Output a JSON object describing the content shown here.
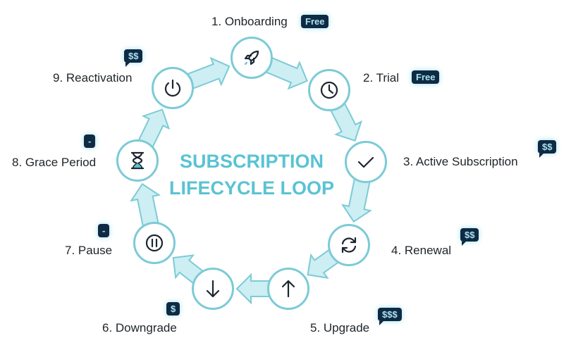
{
  "title": {
    "line1": "SUBSCRIPTION",
    "line2": "LIFECYCLE LOOP"
  },
  "stages": [
    {
      "label": "1. Onboarding",
      "badge": "Free",
      "icon": "rocket-icon"
    },
    {
      "label": "2. Trial",
      "badge": "Free",
      "icon": "clock-icon"
    },
    {
      "label": "3. Active Subscription",
      "badge": "$$",
      "icon": "check-icon"
    },
    {
      "label": "4. Renewal",
      "badge": "$$",
      "icon": "refresh-icon"
    },
    {
      "label": "5. Upgrade",
      "badge": "$$$",
      "icon": "arrow-up-icon"
    },
    {
      "label": "6. Downgrade",
      "badge": "$",
      "icon": "arrow-down-icon"
    },
    {
      "label": "7. Pause",
      "badge": "-",
      "icon": "pause-icon"
    },
    {
      "label": "8. Grace Period",
      "badge": "-",
      "icon": "hourglass-icon"
    },
    {
      "label": "9. Reactivation",
      "badge": "$$",
      "icon": "power-icon"
    }
  ],
  "colors": {
    "ring_fill": "#cdeef3",
    "ring_stroke": "#7ccbd6",
    "badge_bg": "#0f2a44",
    "title": "#5ac3d3"
  }
}
